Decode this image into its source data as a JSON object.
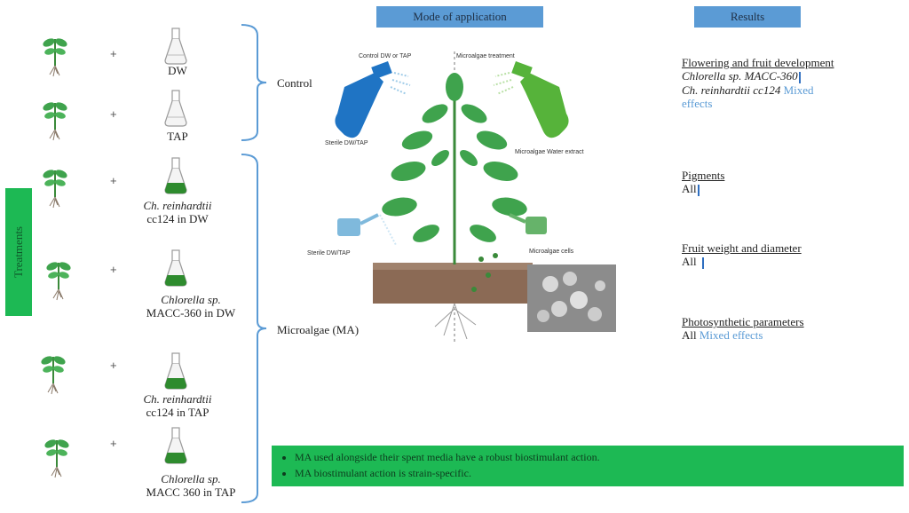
{
  "headers": {
    "mode": "Mode of application",
    "results": "Results"
  },
  "treatments_label": "Treatments",
  "plus": "+",
  "groups": {
    "control": "Control",
    "microalgae": "Microalgae (MA)"
  },
  "rows": [
    {
      "line1": "DW",
      "line2": ""
    },
    {
      "line1": "TAP",
      "line2": ""
    },
    {
      "line1": "Ch. reinhardtii",
      "line2": "cc124 in DW"
    },
    {
      "line1": "Chlorella sp.",
      "line2": "MACC-360 in DW"
    },
    {
      "line1": "Ch. reinhardtii",
      "line2": "cc124 in TAP"
    },
    {
      "line1": "Chlorella sp.",
      "line2": "MACC 360 in TAP"
    }
  ],
  "diagram": {
    "top_left": "Control DW or TAP",
    "top_right": "Microalgae treatment",
    "spray_left": "Sterile DW/TAP",
    "spray_right": "Microalgae Water extract",
    "can_left": "Sterile DW/TAP",
    "can_right": "Microalgae cells"
  },
  "results": [
    {
      "heading": "Flowering and fruit development",
      "line1": "Chlorella sp. MACC-360",
      "line2": "Ch. reinhardtii cc124",
      "effect": "Mixed",
      "effect2": "effects"
    },
    {
      "heading": "Pigments",
      "line1": "All"
    },
    {
      "heading": "Fruit weight and diameter",
      "line1": "All"
    },
    {
      "heading": "Photosynthetic parameters",
      "line1": "All",
      "effect": "Mixed effects"
    }
  ],
  "summary": [
    "MA used alongside their spent media have a robust biostimulant action.",
    "MA biostimulant action is strain-specific."
  ],
  "colors": {
    "accent_blue": "#5b9bd5",
    "green": "#1db954",
    "leaf": "#3fa34d"
  }
}
